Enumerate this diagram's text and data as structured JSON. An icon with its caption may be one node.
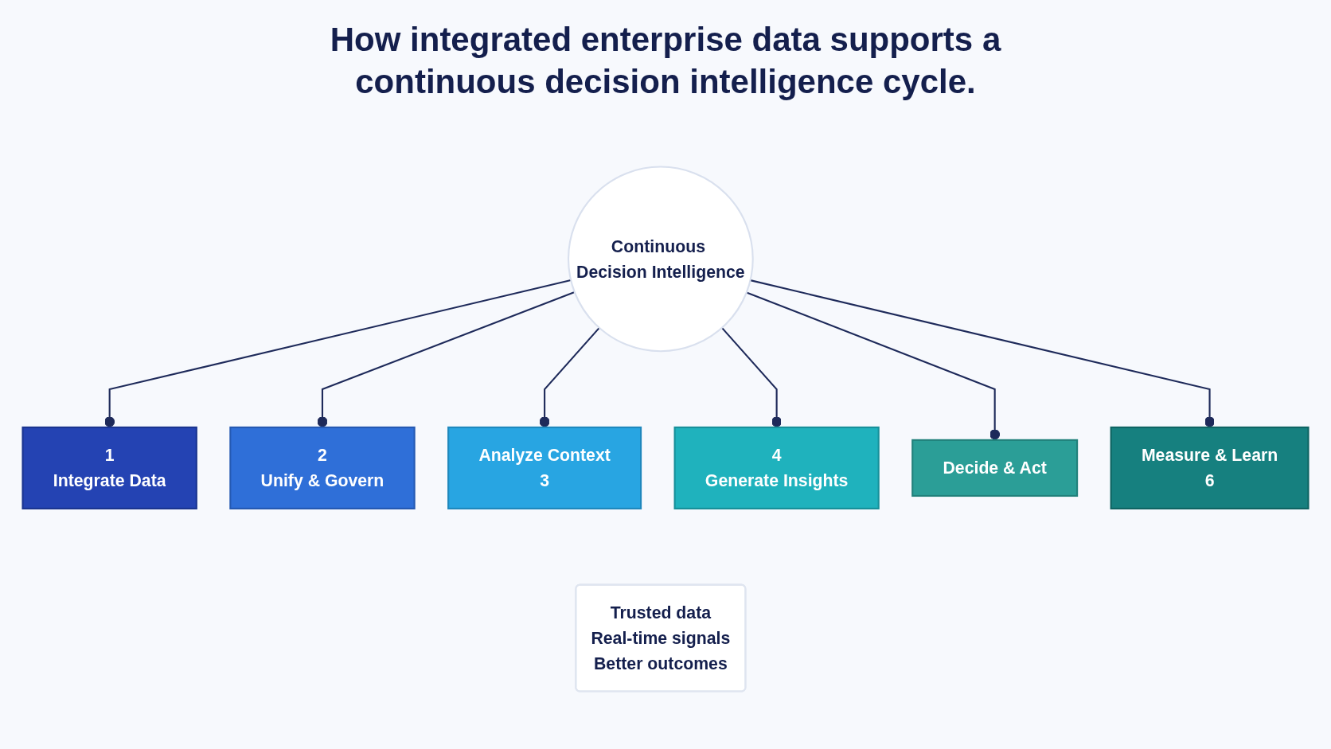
{
  "diagram": {
    "title": "How integrated enterprise data supports a continuous decision intelligence cycle.",
    "nodes": [
      {
        "text": [
          "1",
          "Integrate Data"
        ]
      },
      {
        "text": [
          "2",
          "Unify & Govern"
        ]
      },
      {
        "text": [
          "Analyze Context",
          "3"
        ]
      },
      {
        "text": [
          "4",
          "Generate Insights"
        ]
      },
      {
        "text": [
          "Decide & Act"
        ]
      },
      {
        "text": [
          "Measure & Learn",
          "6"
        ]
      },
      {
        "text": [
          "Continuous Decision Intelligence"
        ]
      },
      {
        "text": [
          "Trusted data",
          "Real-time signals",
          "Better outcomes"
        ]
      }
    ],
    "edges": [
      {
        "from": 6,
        "to": 0,
        "arrow": "other"
      },
      {
        "from": 6,
        "to": 1,
        "arrow": "other"
      },
      {
        "from": 6,
        "to": 2,
        "arrow": "other"
      },
      {
        "from": 6,
        "to": 3,
        "arrow": "other"
      },
      {
        "from": 6,
        "to": 4,
        "arrow": "other"
      },
      {
        "from": 6,
        "to": 5,
        "arrow": "other"
      }
    ]
  }
}
